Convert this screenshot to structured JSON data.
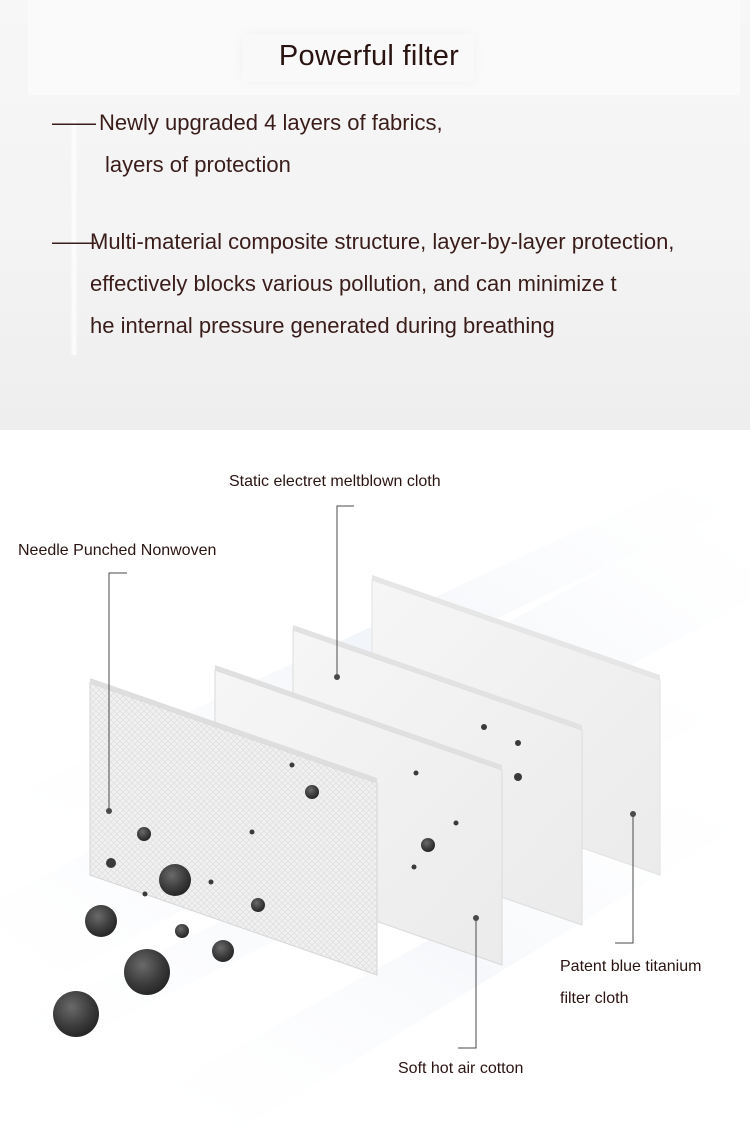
{
  "header": {
    "title": "Powerful filter"
  },
  "features": [
    {
      "dash": "——",
      "lines": [
        "Newly upgraded 4 layers of fabrics,",
        "layers of protection"
      ]
    },
    {
      "dash": "——",
      "lines": [
        "Multi-material composite structure, layer-by-layer protection,",
        "effectively blocks various pollution, and can minimize t",
        "he internal pressure generated during breathing"
      ]
    }
  ],
  "diagram": {
    "labels": {
      "static_electret": "Static electret meltblown cloth",
      "needle_punched": "Needle Punched Nonwoven",
      "patent_blue_line1": "Patent blue titanium",
      "patent_blue_line2": "filter cloth",
      "soft_hot_air": "Soft hot air cotton"
    },
    "colors": {
      "particle": "#3a3a3a",
      "layer": "#f1f1f1",
      "airflow": "#c9d6e6",
      "leader": "#4a4a4a"
    }
  }
}
